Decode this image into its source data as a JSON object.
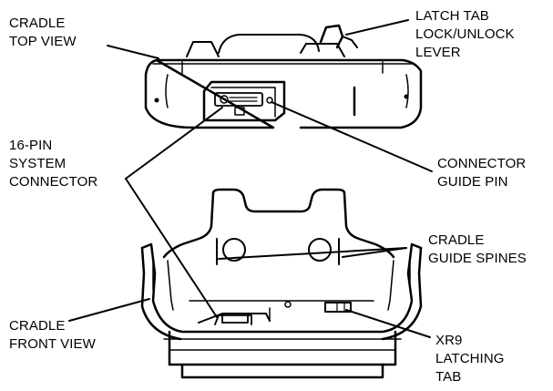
{
  "labels": {
    "cradle_top_view": [
      "CRADLE",
      "TOP VIEW"
    ],
    "latch_tab_lever": [
      "LATCH TAB",
      "LOCK/UNLOCK",
      "LEVER"
    ],
    "system_connector": [
      "16-PIN",
      "SYSTEM",
      "CONNECTOR"
    ],
    "connector_guide_pin": [
      "CONNECTOR",
      "GUIDE PIN"
    ],
    "cradle_guide_spines": [
      "CRADLE",
      "GUIDE SPINES"
    ],
    "cradle_front_view": [
      "CRADLE",
      "FRONT VIEW"
    ],
    "xr9_latching_tab": [
      "XR9",
      "LATCHING",
      "TAB"
    ]
  },
  "colors": {
    "line": "#000000",
    "background": "#ffffff"
  }
}
